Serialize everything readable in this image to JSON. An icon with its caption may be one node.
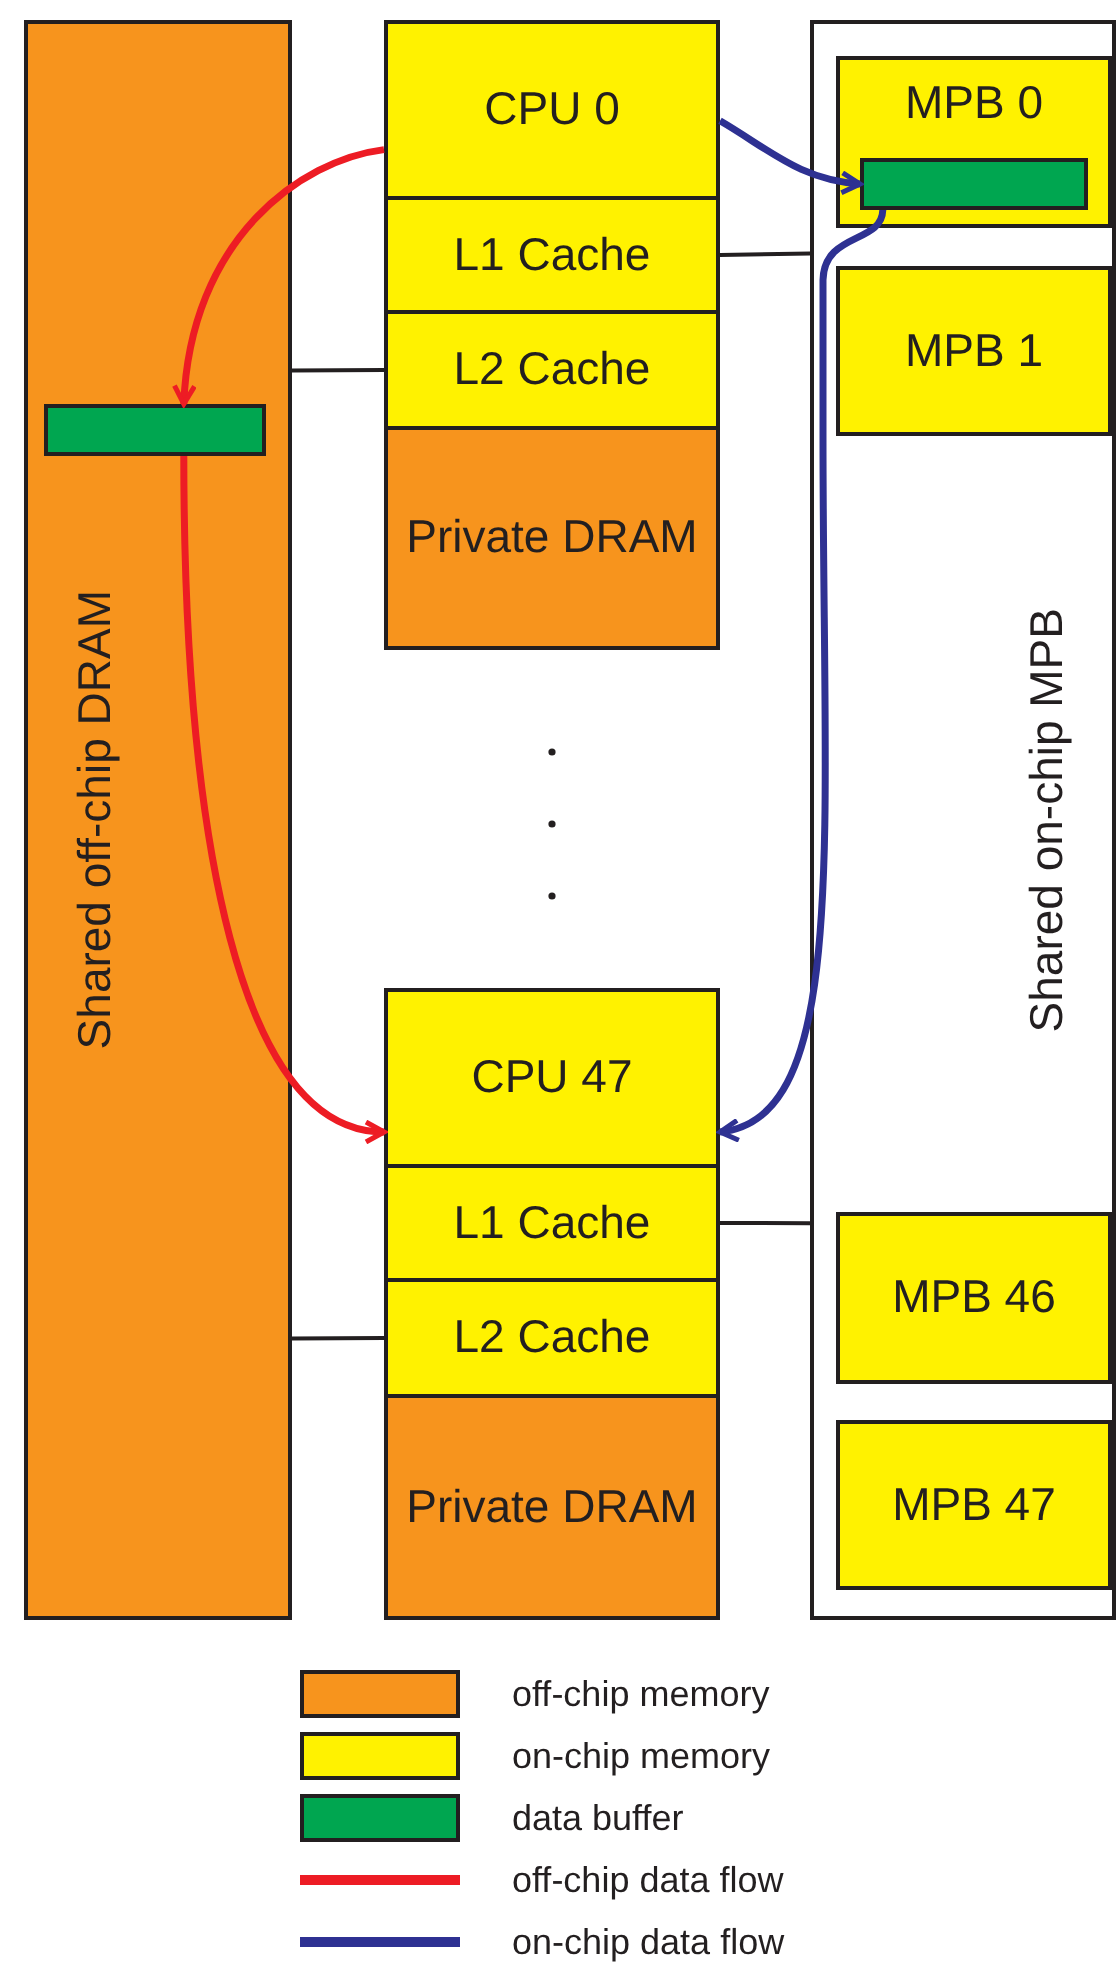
{
  "diagram": {
    "nodes": [
      {
        "text": [
          "Shared off-chip DRAM"
        ]
      },
      {
        "text": [],
        "shape": "bar",
        "in": 0
      },
      {
        "text": [
          "CPU 0"
        ]
      },
      {
        "text": [
          "L1 Cache"
        ]
      },
      {
        "text": [
          "L2 Cache"
        ]
      },
      {
        "text": [
          "Private DRAM"
        ]
      },
      {
        "text": [
          "CPU 47"
        ]
      },
      {
        "text": [
          "L1 Cache"
        ]
      },
      {
        "text": [
          "L2 Cache"
        ]
      },
      {
        "text": [
          "Private DRAM"
        ]
      },
      {
        "text": [
          "Shared on-chip MPB"
        ]
      },
      {
        "text": [
          "MPB 0"
        ],
        "in": 10
      },
      {
        "text": [],
        "shape": "bar",
        "in": 11
      },
      {
        "text": [
          "MPB 1"
        ],
        "in": 10
      },
      {
        "text": [
          "MPB 46"
        ],
        "in": 10
      },
      {
        "text": [
          "MPB 47"
        ],
        "in": 10
      }
    ],
    "edges": [
      {
        "from": 2,
        "to": 1,
        "arrow": "to",
        "color": "#ed1c24"
      },
      {
        "from": 1,
        "to": 6,
        "arrow": "to",
        "color": "#ed1c24"
      },
      {
        "from": 2,
        "to": 12,
        "arrow": "to",
        "color": "#2e3192"
      },
      {
        "from": 12,
        "to": 6,
        "arrow": "to",
        "color": "#2e3192"
      },
      {
        "from": 3,
        "to": 10,
        "arrow": "none"
      },
      {
        "from": 4,
        "to": 0,
        "arrow": "none"
      },
      {
        "from": 7,
        "to": 10,
        "arrow": "none"
      },
      {
        "from": 8,
        "to": 0,
        "arrow": "none"
      }
    ],
    "legend": [
      {
        "text": "off-chip memory",
        "color": "#f7941d"
      },
      {
        "text": "on-chip memory",
        "color": "#fff200"
      },
      {
        "text": "data buffer",
        "color": "#00a650"
      },
      {
        "text": "off-chip data flow"
      },
      {
        "text": "on-chip data flow"
      }
    ]
  }
}
